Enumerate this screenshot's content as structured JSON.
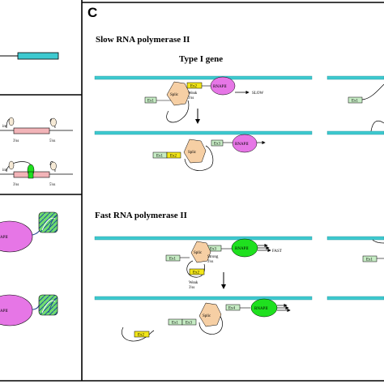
{
  "panel_c": {
    "letter": "C",
    "slow_heading": "Slow RNA polymerase II",
    "fast_heading": "Fast RNA polymerase II",
    "gene_type": "Type I gene"
  },
  "labels": {
    "ex1": "Ex1",
    "ex2": "Ex2",
    "ex3": "Ex3",
    "ex4": "Ex4",
    "rnapii": "RNAPII",
    "splic": "Splic",
    "slow": "SLOW",
    "fast": "FAST",
    "weak": "Weak",
    "strong": "Strong",
    "three_ss": "3'ss",
    "five_ss": "5'ss",
    "int": "int",
    "api": "APII"
  },
  "colors": {
    "dna_strand": "#3ec9cf",
    "exon_green": "#c6ecc4",
    "exon_yellow": "#f2e61a",
    "rnapii_slow": "#e676e6",
    "rnapii_fast": "#1fe01f",
    "spliceosome": "#f6cfa4",
    "intron_pink": "#f2b4b8",
    "nucleosome": "#6fdc6f"
  }
}
